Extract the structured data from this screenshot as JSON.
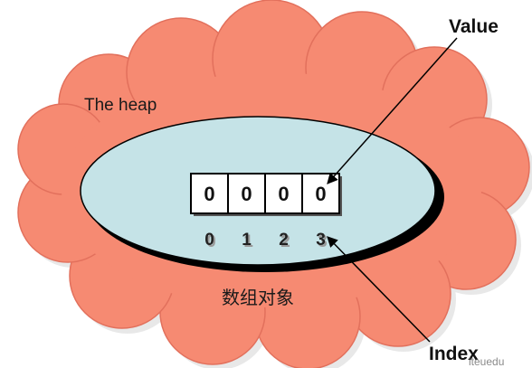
{
  "heap_label": "The heap",
  "array": {
    "cells": [
      "0",
      "0",
      "0",
      "0"
    ],
    "indices": [
      "0",
      "1",
      "2",
      "3"
    ]
  },
  "caption": "数组对象",
  "callouts": {
    "value": "Value",
    "index": "Index"
  },
  "watermark": "iteuedu",
  "colors": {
    "heap_fill": "#f68a72",
    "heap_stroke": "#e2705c",
    "ellipse_fill": "#c5e3e7",
    "cell_fill": "#ffffff",
    "line": "#000000"
  }
}
